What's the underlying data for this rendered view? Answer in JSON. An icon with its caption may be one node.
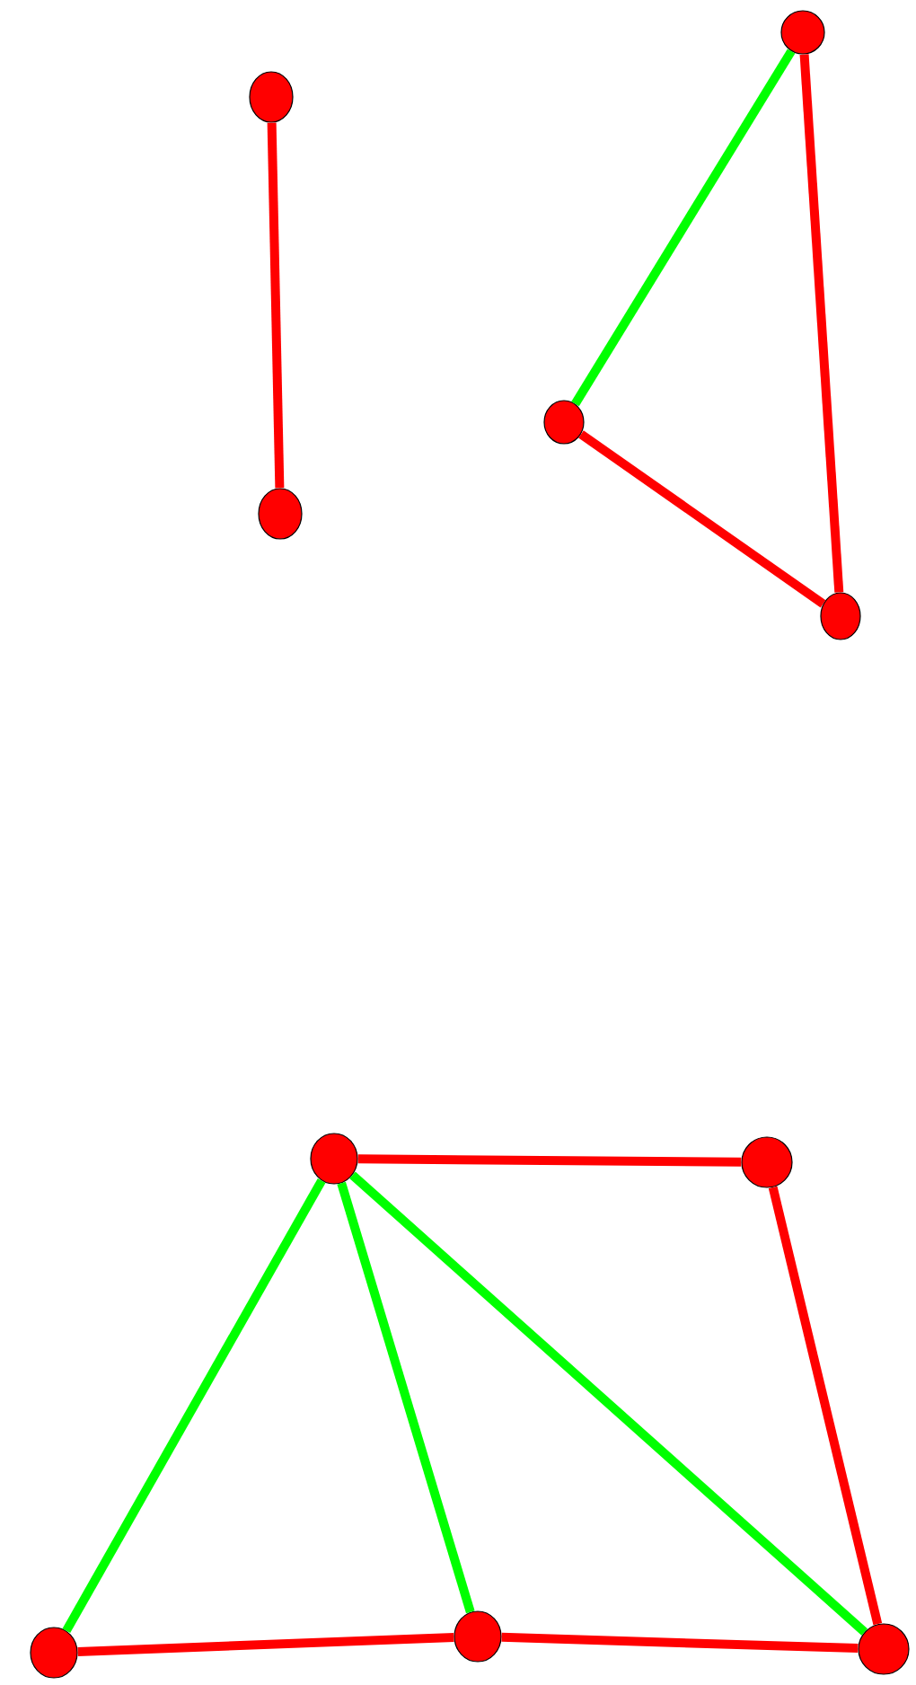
{
  "diagram": {
    "nodes": [
      {
        "text": [],
        "shape": "circle"
      },
      {
        "text": [],
        "shape": "circle"
      },
      {
        "text": [],
        "shape": "circle"
      },
      {
        "text": [],
        "shape": "circle"
      },
      {
        "text": [],
        "shape": "circle"
      },
      {
        "text": [],
        "shape": "circle"
      },
      {
        "text": [],
        "shape": "circle"
      },
      {
        "text": [],
        "shape": "circle"
      },
      {
        "text": [],
        "shape": "circle"
      },
      {
        "text": [],
        "shape": "circle"
      }
    ],
    "edges": [
      {
        "from": 0,
        "to": 3,
        "arrow": "none"
      },
      {
        "from": 1,
        "to": 2,
        "arrow": "none",
        "color": "#00ff00"
      },
      {
        "from": 1,
        "to": 4,
        "arrow": "none"
      },
      {
        "from": 2,
        "to": 4,
        "arrow": "none"
      },
      {
        "from": 5,
        "to": 6,
        "arrow": "none"
      },
      {
        "from": 6,
        "to": 9,
        "arrow": "none"
      },
      {
        "from": 5,
        "to": 7,
        "arrow": "none",
        "color": "#00ff00"
      },
      {
        "from": 5,
        "to": 8,
        "arrow": "none",
        "color": "#00ff00"
      },
      {
        "from": 5,
        "to": 9,
        "arrow": "none",
        "color": "#00ff00"
      },
      {
        "from": 7,
        "to": 8,
        "arrow": "none"
      },
      {
        "from": 8,
        "to": 9,
        "arrow": "none"
      }
    ]
  }
}
